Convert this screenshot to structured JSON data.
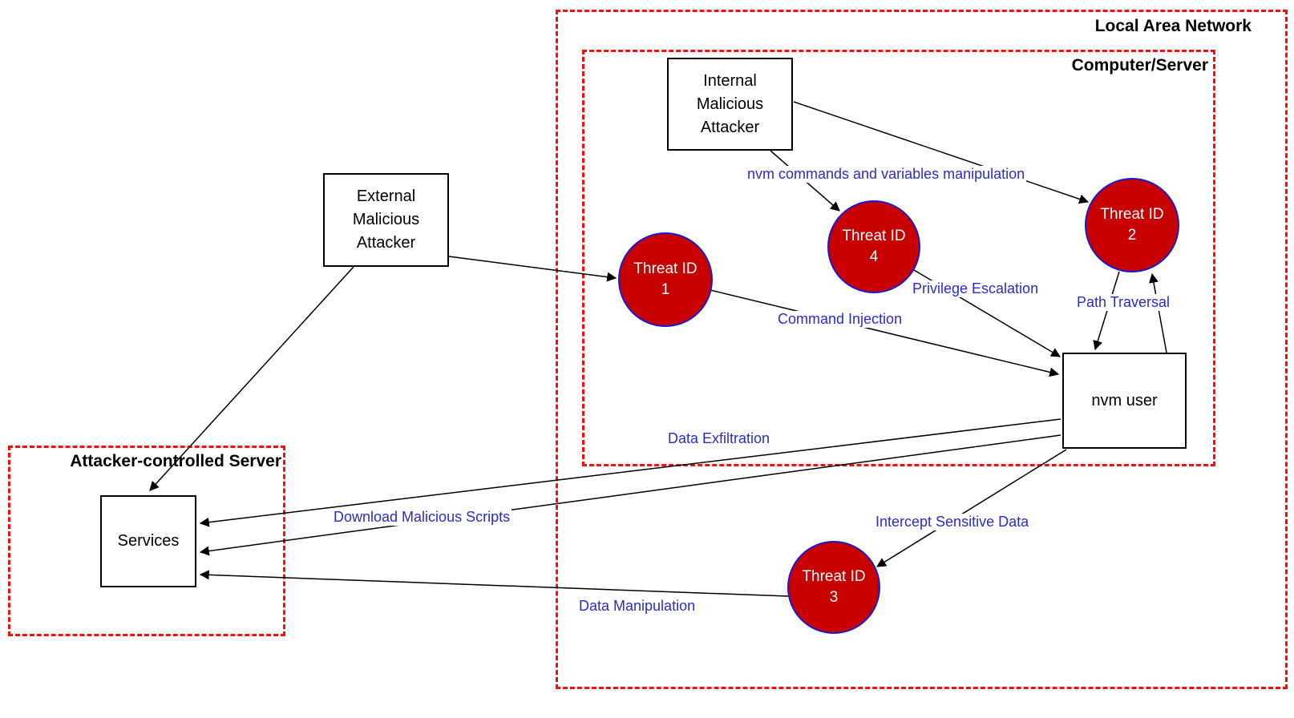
{
  "colors": {
    "boundary_dash": "#fb0d0d",
    "edge_label_text": "#2b2bd5",
    "threat_fill": "#c80000",
    "threat_stroke": "#1a1ad1",
    "node_border": "#000000",
    "edge_stroke": "#000000"
  },
  "boundaries": {
    "lan": {
      "label": "Local Area Network"
    },
    "computer": {
      "label": "Computer/Server"
    },
    "attacker_server": {
      "label": "Attacker-controlled Server"
    }
  },
  "nodes": {
    "internal_attacker": {
      "line1": "Internal",
      "line2": "Malicious",
      "line3": "Attacker"
    },
    "external_attacker": {
      "line1": "External",
      "line2": "Malicious",
      "line3": "Attacker"
    },
    "nvm_user": {
      "label": "nvm user"
    },
    "services": {
      "label": "Services"
    }
  },
  "threats": {
    "t1": {
      "title": "Threat ID",
      "num": "1"
    },
    "t2": {
      "title": "Threat ID",
      "num": "2"
    },
    "t3": {
      "title": "Threat ID",
      "num": "3"
    },
    "t4": {
      "title": "Threat ID",
      "num": "4"
    }
  },
  "edge_labels": {
    "nvm_manipulation": "nvm commands and variables manipulation",
    "privilege_escalation": "Privilege Escalation",
    "path_traversal": "Path Traversal",
    "command_injection": "Command Injection",
    "data_exfiltration": "Data Exfiltration",
    "download_malicious_scripts": "Download Malicious Scripts",
    "intercept_sensitive_data": "Intercept Sensitive Data",
    "data_manipulation": "Data Manipulation"
  }
}
